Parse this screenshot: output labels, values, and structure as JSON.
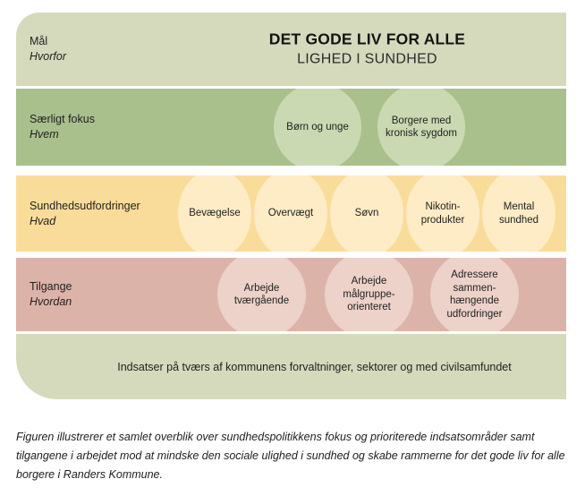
{
  "figure": {
    "title_main": "DET GODE LIV FOR ALLE",
    "title_sub": "LIGHED I SUNDHED",
    "rows": [
      {
        "label": "Mål",
        "sub": "Hvorfor",
        "color": "#d5dabd"
      },
      {
        "label": "Særligt fokus",
        "sub": "Hvem",
        "color": "#a9c08c"
      },
      {
        "label": "Sundhedsudfordringer",
        "sub": "Hvad",
        "color": "#fadc9a"
      },
      {
        "label": "Tilgange",
        "sub": "Hvordan",
        "color": "#dbb3a8"
      }
    ],
    "focus_bubbles": [
      {
        "text": "Børn og unge"
      },
      {
        "text": "Borgere med kronisk sygdom"
      }
    ],
    "challenge_bubbles": [
      {
        "text": "Bevægelse"
      },
      {
        "text": "Overvægt"
      },
      {
        "text": "Søvn"
      },
      {
        "text": "Nikotin-produkter"
      },
      {
        "text": "Mental sundhed"
      }
    ],
    "approach_bubbles": [
      {
        "text": "Arbejde tværgående"
      },
      {
        "text": "Arbejde målgruppe-orienteret"
      },
      {
        "text": "Adressere sammen-hængende udfordringer"
      }
    ],
    "footer_text": "Indsatser på tværs af kommunens forvaltninger, sektorer og med civilsamfundet",
    "caption": "Figuren illustrerer et samlet overblik over sundhedspolitikkens fokus og prioriterede indsatsområder samt tilgangene i arbejdet mod at mindske den sociale ulighed i sundhed og skabe rammerne for det gode liv for alle borgere i Randers Kommune."
  }
}
